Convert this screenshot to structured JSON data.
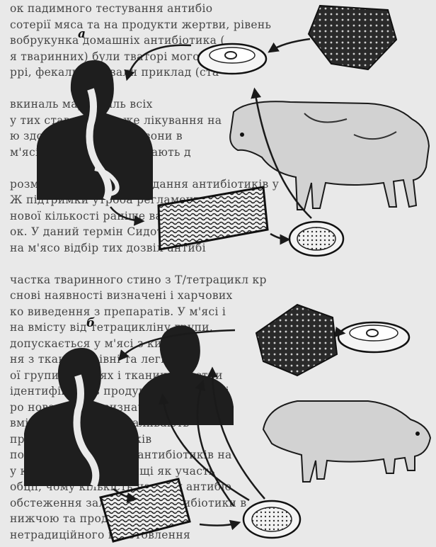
{
  "diagram": {
    "panel_a_label": "а",
    "panel_b_label": "б",
    "background_lines": [
      "ок  падимного  тестування  антибіо",
      "сотерії мяса та на продукти жертви, рівень",
      "вобрукунка  домашніх  антибіотика  (",
      "я  тваринних)  були тваторі  мого, кор",
      "ррі, фекальо що вали приклад (ста",
      "",
      "вкиналь   маргиналь   всіх",
      "у тих ставарамо тоже лікування на",
      "ю здорове антибіотик  вони в",
      "  м'ясі корова сибірних  дають д",
      "",
      "   розми можливості попадання антибіотиків у",
      "   Ж  підтримки  утроба  регламентується",
      "   нової кількості раніше варто не мен",
      "   ок. У даний термін Сидотні при",
      "   на м'ясо відбір тих дозвіл антибі",
      "",
      "   частка тваринного стино з Т/тетрацикл кр",
      "   снові наявності визначені і харчових",
      "   ко виведення з препаратів. У м'ясі і",
      "   на вмісту від тетрацикліну групи,",
      "   допускається у м'ясі з кишку",
      "   ня  з  тканий і рівні та легкої на",
      "   ої групи. У яйцях і тканини за стри",
      "   ідентифікації в продукти тетрациклі",
      "   ро нова робота  визначає ",
      "   вмісту визначення заливають",
      "   продуктах антибіотиків",
      "   порядку визначення антибіотиків на",
      "   у кінцевому середовищі як участь",
      "   обції, чому кількість на одну антибіо",
      "   обстеження залишків на антибіотики в",
      "   нижчою та продуктах",
      "   нетрадиційного виготовлення"
    ]
  },
  "colors": {
    "ink": "#1a1a1a",
    "paper": "#e9e9e9",
    "text": "#2a2a2a"
  }
}
